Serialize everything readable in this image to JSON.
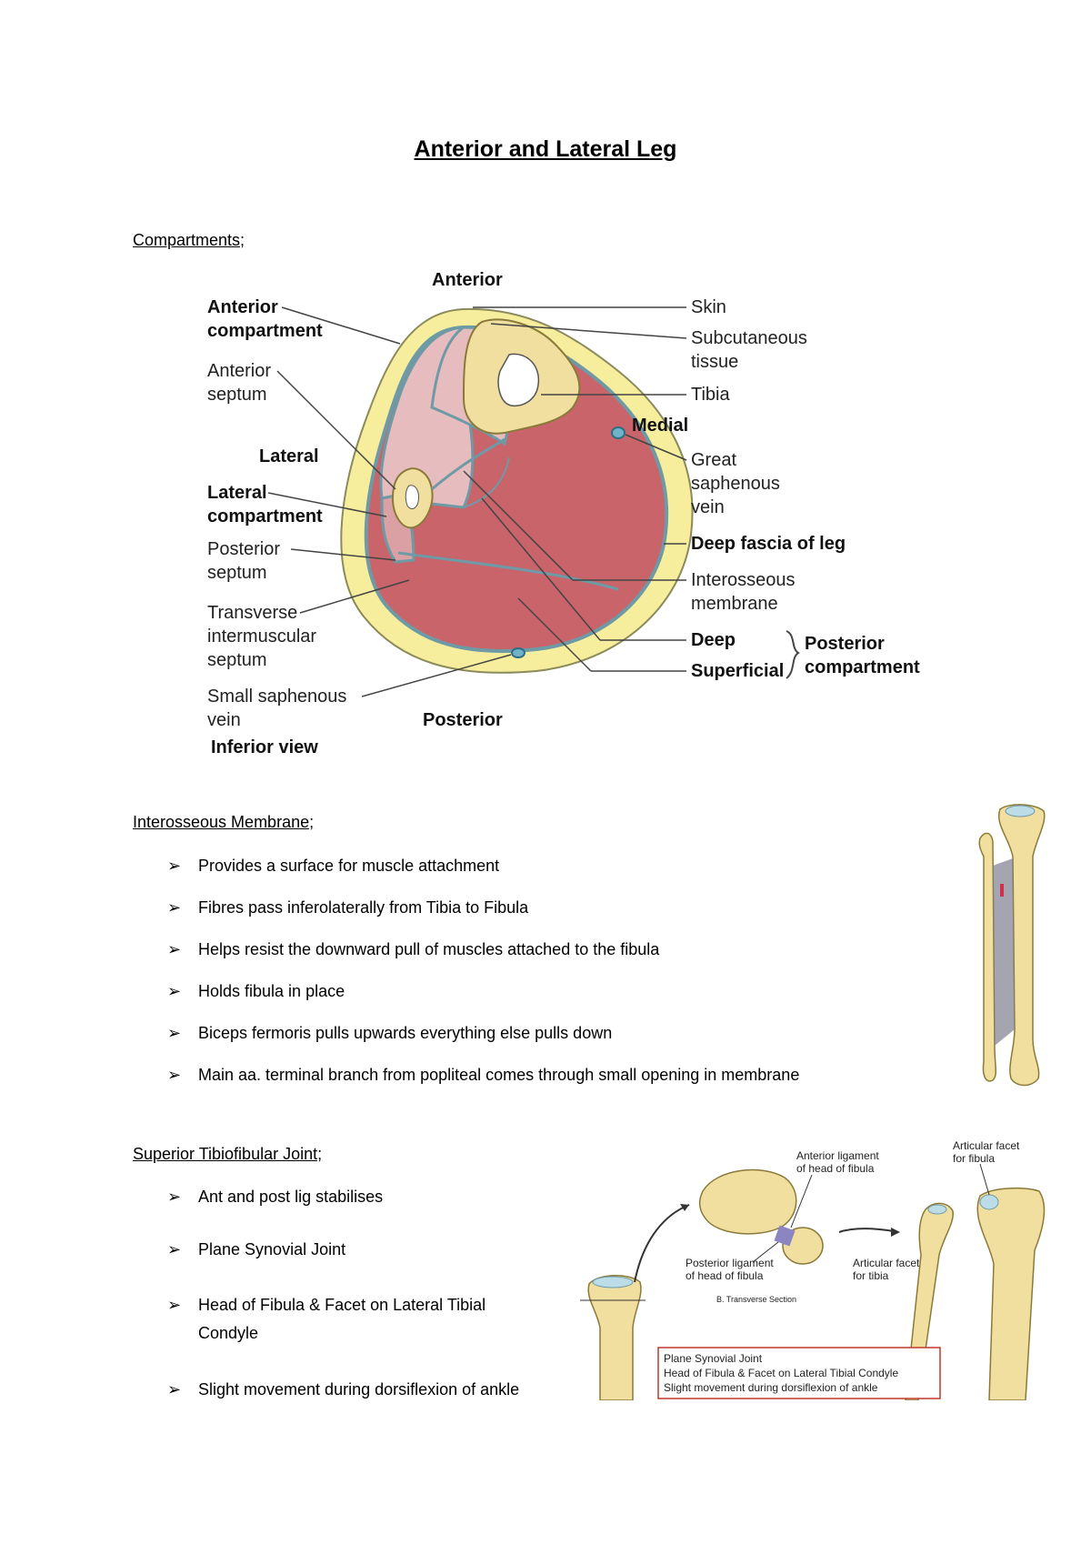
{
  "page": {
    "title": "Anterior and Lateral Leg"
  },
  "compartments": {
    "heading": "Compartments;",
    "figure": {
      "orientation_top": "Anterior",
      "orientation_bottom": "Posterior",
      "orientation_left": "Lateral",
      "orientation_right": "Medial",
      "view": "Inferior view",
      "left_labels": {
        "anterior_compartment_1": "Anterior",
        "anterior_compartment_2": "compartment",
        "anterior_septum_1": "Anterior",
        "anterior_septum_2": "septum",
        "lateral_compartment_1": "Lateral",
        "lateral_compartment_2": "compartment",
        "posterior_septum_1": "Posterior",
        "posterior_septum_2": "septum",
        "transverse_1": "Transverse",
        "transverse_2": "intermuscular",
        "transverse_3": "septum",
        "small_saphenous_1": "Small saphenous",
        "small_saphenous_2": "vein"
      },
      "right_labels": {
        "skin": "Skin",
        "subcutaneous_1": "Subcutaneous",
        "subcutaneous_2": "tissue",
        "tibia": "Tibia",
        "great_saphenous_1": "Great",
        "great_saphenous_2": "saphenous",
        "great_saphenous_3": "vein",
        "deep_fascia": "Deep fascia of leg",
        "interosseous_1": "Interosseous",
        "interosseous_2": "membrane",
        "deep": "Deep",
        "superficial": "Superficial",
        "posterior_compartment_1": "Posterior",
        "posterior_compartment_2": "compartment"
      }
    }
  },
  "interosseous": {
    "heading": "Interosseous Membrane;",
    "items": [
      "Provides a surface for muscle attachment",
      "Fibres pass inferolaterally from Tibia to Fibula",
      "Helps resist the downward pull of muscles attached to the fibula",
      "Holds fibula in place",
      "Biceps fermoris pulls upwards everything else pulls down",
      "Main aa. terminal branch from popliteal comes through small opening in membrane"
    ]
  },
  "superior_joint": {
    "heading": "Superior Tibiofibular Joint;",
    "items": [
      "Ant and post lig stabilises",
      "Plane Synovial Joint",
      "Head of Fibula & Facet on Lateral Tibial Condyle",
      "Slight movement during dorsiflexion of ankle"
    ],
    "figure": {
      "anterior_ligament_1": "Anterior ligament",
      "anterior_ligament_2": "of head of fibula",
      "posterior_ligament_1": "Posterior ligament",
      "posterior_ligament_2": "of head of fibula",
      "articular_facet_tibia_1": "Articular facet",
      "articular_facet_tibia_2": "for tibia",
      "articular_facet_fibula_1": "Articular facet",
      "articular_facet_fibula_2": "for fibula",
      "section_caption": "B. Transverse Section",
      "box_line_1": "Plane Synovial Joint",
      "box_line_2": "Head of Fibula & Facet on Lateral Tibial Condyle",
      "box_line_3": "Slight movement during dorsiflexion of ankle"
    }
  },
  "colors": {
    "skin_yellow": "#f6ee9c",
    "muscle_dark": "#c8646a",
    "muscle_light": "#e7bcbf",
    "bone": "#f1df9f",
    "fascia": "#6e9aa6",
    "box_border": "#c0392b"
  }
}
